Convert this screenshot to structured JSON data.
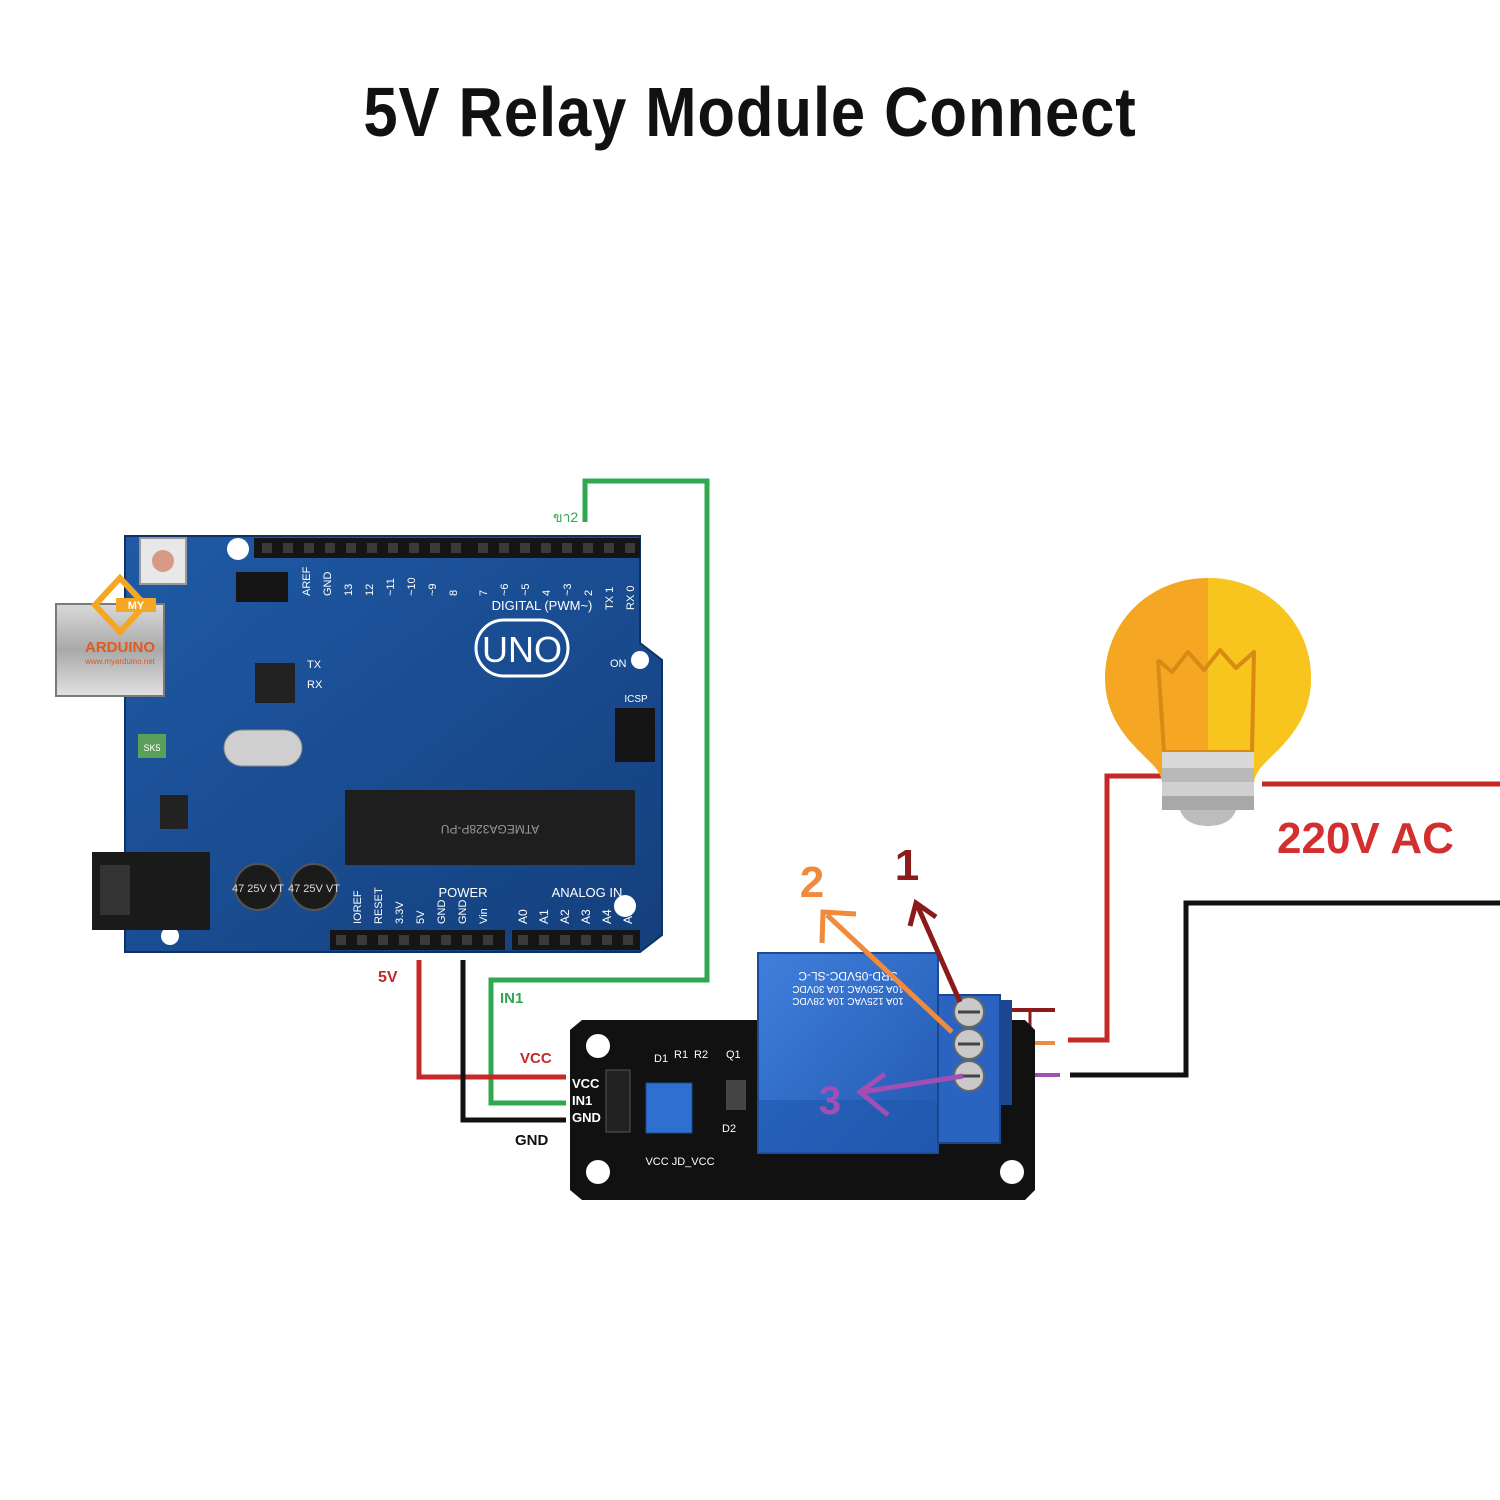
{
  "title": "5V Relay Module Connect",
  "arduino": {
    "board_name": "UNO",
    "digital_label": "DIGITAL (PWM~)",
    "power_label": "POWER",
    "analog_label": "ANALOG IN",
    "icsp_label": "ICSP",
    "on_label": "ON",
    "tx_label": "TX",
    "rx_label": "RX",
    "chip_label": "ATMEGA328P-PU",
    "cap_label": "47 25V VT",
    "fuse_label": "SK5",
    "logo_top": "MY",
    "logo_name": "ARDUINO",
    "logo_url": "www.myarduino.net",
    "digital_pins": [
      "AREF",
      "GND",
      "13",
      "12",
      "~11",
      "~10",
      "~9",
      "8",
      "7",
      "~6",
      "~5",
      "4",
      "~3",
      "2",
      "TX 1",
      "RX 0"
    ],
    "power_pins": [
      "IOREF",
      "RESET",
      "3.3V",
      "5V",
      "GND",
      "GND",
      "Vin"
    ],
    "analog_pins": [
      "A0",
      "A1",
      "A2",
      "A3",
      "A4",
      "A5"
    ]
  },
  "relay": {
    "relay_text_1": "SRD-05VDC-SL-C",
    "relay_text_2": "10A 250VAC 10A 30VDC",
    "relay_text_3": "10A 125VAC 10A 28VDC",
    "pins": [
      "VCC",
      "IN1",
      "GND"
    ],
    "jumper_label": "VCC JD_VCC",
    "components": [
      "D1",
      "R1",
      "R2",
      "Q1",
      "D2"
    ]
  },
  "wire_labels": {
    "pin2": "ขา2",
    "five_v": "5V",
    "in1": "IN1",
    "vcc": "VCC",
    "gnd": "GND"
  },
  "terminal_labels": [
    "1",
    "2",
    "3"
  ],
  "supply_label": "220V AC",
  "colors": {
    "wire_green": "#2fa84f",
    "wire_red": "#c62828",
    "wire_black": "#111111",
    "terminal_1": "#8b1a1a",
    "terminal_2": "#f08a3c",
    "terminal_3": "#a24fb4",
    "board_blue": "#1a4f96",
    "relay_blue": "#2f6fd0",
    "bulb_yellow": "#f5a623"
  }
}
